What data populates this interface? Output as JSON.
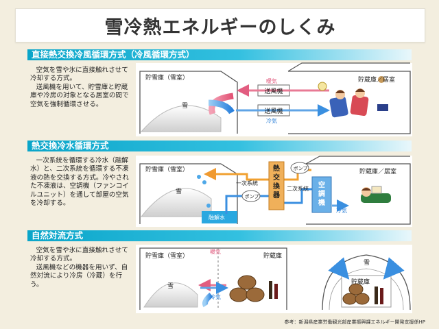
{
  "title": "雪冷熱エネルギーのしくみ",
  "sections": [
    {
      "heading": "直接熱交換冷風循環方式（冷風循環方式）",
      "desc": [
        "空気を雪や氷に直接触れさせて冷却する方式。",
        "送風機を用いて、貯雪庫と貯蔵庫や冷房の対象となる居室の間で空気を強制循環させる。"
      ],
      "labels": {
        "snow_room": "貯雪庫（雪室）",
        "store_room": "貯蔵庫／居室",
        "snow": "雪",
        "warm": "暖気",
        "cold": "冷気",
        "fan1": "送風機",
        "fan2": "送風機"
      }
    },
    {
      "heading": "熱交換冷水循環方式",
      "desc": [
        "一次系統を循環する冷水（融解水）と、二次系統を循環する不凍液の熱を交換する方式。冷やされた不凍液は、空調機（ファンコイルユニット）を通して部屋の空気を冷却する。"
      ],
      "labels": {
        "snow_room": "貯雪庫（雪室）",
        "store_room": "貯蔵庫／居室",
        "snow": "雪",
        "primary": "一次系統",
        "secondary": "二次系統",
        "exchanger": "熱交換器",
        "pump1": "ポンプ",
        "pump2": "ポンプ",
        "aircon": "空調機",
        "meltwater": "融解水",
        "cold": "冷気"
      }
    },
    {
      "heading": "自然対流方式",
      "desc": [
        "空気を雪や氷に直接触れさせて冷却する方式。",
        "送風機などの機器を用いず、自然対流により冷房（冷蔵）を行う。"
      ],
      "labels": {
        "snow_room": "貯雪庫（雪室）",
        "store_room": "貯蔵庫",
        "snow": "雪",
        "warm": "暖気",
        "cold": "冷気",
        "snow2": "雪",
        "store2": "貯蔵庫"
      }
    }
  ],
  "footnote": "参考：新潟県産業労働観光部産業振興課エネルギー開発支援係HP",
  "colors": {
    "band": "#0aa5c9",
    "warm": "#e8607a",
    "cold": "#3a8fe0",
    "pipe_orange": "#f0a030"
  }
}
